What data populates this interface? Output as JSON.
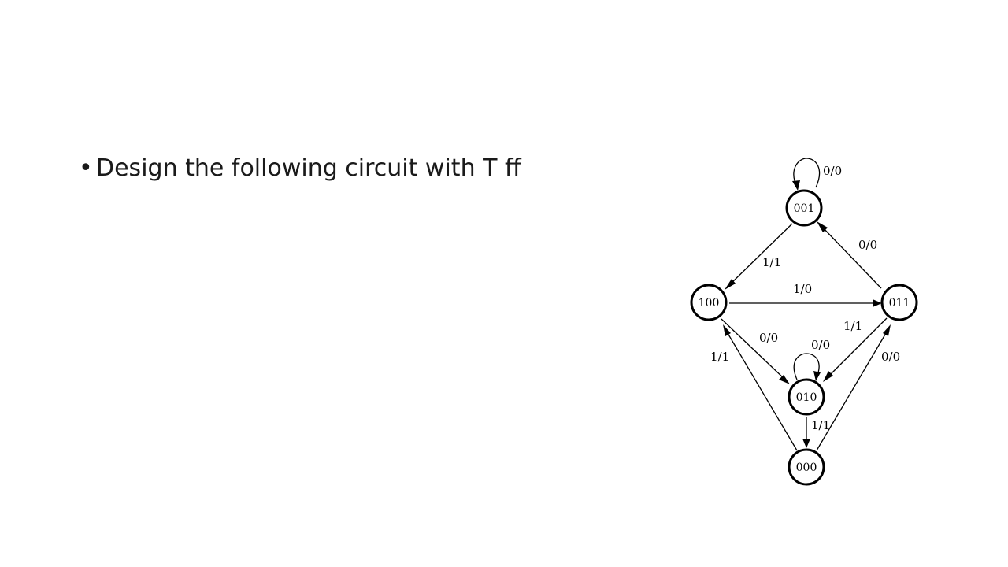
{
  "slide": {
    "bullet_marker": "•",
    "bullet_text": "Design the following circuit with T ff"
  },
  "diagram": {
    "states": {
      "s001": "001",
      "s100": "100",
      "s011": "011",
      "s010": "010",
      "s000": "000"
    },
    "transitions": {
      "self_001": "0/0",
      "e001_100": "1/1",
      "e011_001": "0/0",
      "e100_011": "1/0",
      "e011_010": "1/1",
      "e100_010": "0/0",
      "self_010": "0/0",
      "e000_100": "1/1",
      "e000_011": "0/0",
      "e010_000": "1/1"
    }
  }
}
